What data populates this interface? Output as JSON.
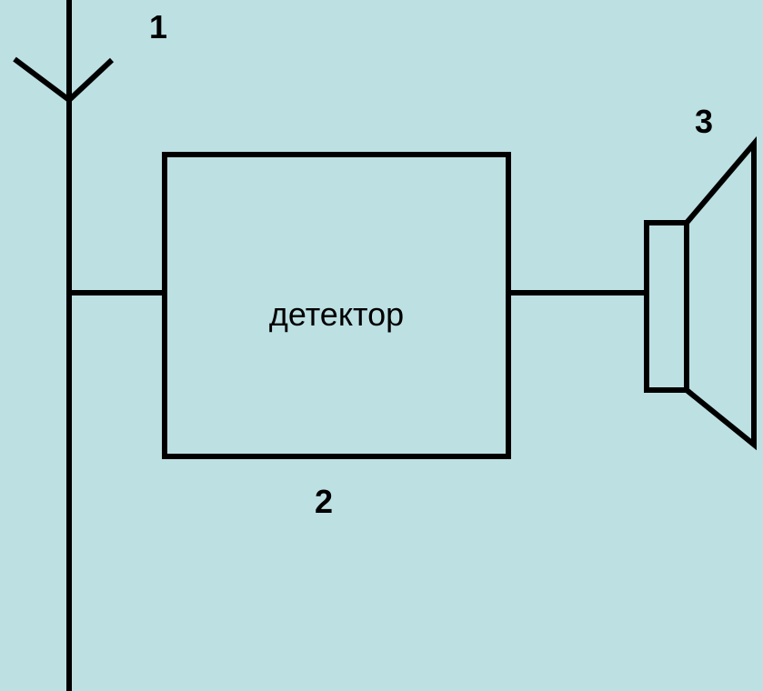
{
  "labels": {
    "antenna_number": "1",
    "detector_number": "2",
    "speaker_number": "3"
  },
  "detector": {
    "label": "детектор"
  },
  "colors": {
    "background": "#bde0e3",
    "line": "#000000"
  }
}
